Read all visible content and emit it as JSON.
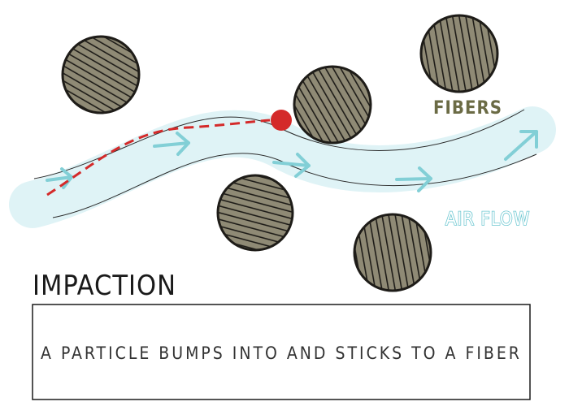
{
  "diagram": {
    "title": "IMPACTION",
    "labels": {
      "fibers": "FIBERS",
      "air_flow": "AIR FLOW"
    },
    "caption": "A PARTICLE BUMPS INTO AND STICKS TO A FIBER"
  },
  "colors": {
    "fiber_fill": "#8f8a75",
    "fiber_outline": "#1e1c18",
    "airflow_band": "#dff3f6",
    "airflow_arrow": "#82cfd6",
    "particle": "#d42a2a",
    "particle_path": "#d42a2a",
    "fibers_label": "#6b6b45",
    "air_flow_label": "#6fc8d2"
  }
}
